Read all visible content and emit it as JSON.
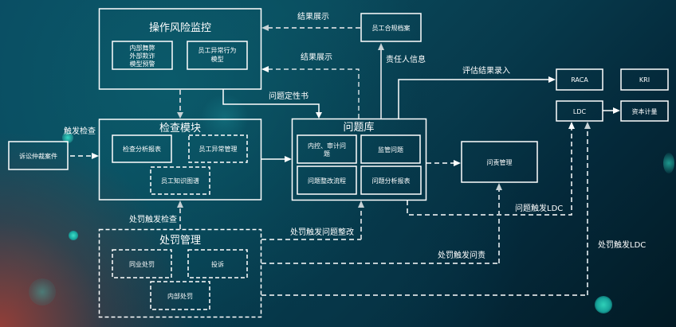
{
  "diagram": {
    "nodes": {
      "op_risk": {
        "title": "操作风险监控",
        "children": [
          {
            "lines": [
              "内部舞弊",
              "外部欺诈",
              "模型预警"
            ]
          },
          {
            "lines": [
              "员工异常行为",
              "模型"
            ]
          }
        ]
      },
      "employee_compliance": {
        "label": "员工合规档案"
      },
      "inspection": {
        "title": "检查模块",
        "children": [
          {
            "label": "检查分析报表"
          },
          {
            "label": "员工异常管理"
          },
          {
            "label": "员工知识图谱"
          }
        ]
      },
      "litigation": {
        "label": "诉讼仲裁案件"
      },
      "issue_library": {
        "title": "问题库",
        "children": [
          {
            "lines": [
              "内控、审计问",
              "题"
            ]
          },
          {
            "label": "监管问题"
          },
          {
            "label": "问题整改流程"
          },
          {
            "label": "问题分析报表"
          }
        ]
      },
      "accountability": {
        "label": "问责管理"
      },
      "raca": {
        "label": "RACA"
      },
      "kri": {
        "label": "KRI"
      },
      "ldc": {
        "label": "LDC"
      },
      "capital": {
        "label": "资本计量"
      },
      "penalty": {
        "title": "处罚管理",
        "children": [
          {
            "label": "同业处罚"
          },
          {
            "label": "投诉"
          },
          {
            "label": "内部处罚"
          }
        ]
      }
    },
    "edges": {
      "result_display_1": "结果展示",
      "result_display_2": "结果展示",
      "responsible_info": "责任人信息",
      "issue_qualification": "问题定性书",
      "assessment_entry": "评估结果录入",
      "trigger_inspection": "触发检查",
      "penalty_trigger_inspection": "处罚触发检查",
      "penalty_trigger_rectification": "处罚触发问题整改",
      "issue_trigger_ldc": "问题触发LDC",
      "penalty_trigger_accountability": "处罚触发问责",
      "penalty_trigger_ldc": "处罚触发LDC"
    }
  },
  "colors": {
    "line": "#ffffff",
    "gray_line": "#b9c6cc",
    "background_dark": "#021a24",
    "background_teal": "#0a4a62",
    "glow": "#2fd0b8"
  }
}
